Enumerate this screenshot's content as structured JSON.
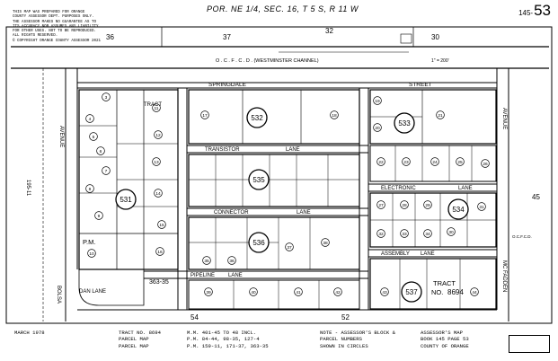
{
  "corner_note": [
    "This map was prepared for Orange",
    "County Assessor Dept. purposes only.",
    "The Assessor makes no guarantee as to",
    "its accuracy nor assumes any liability",
    "for other uses. Not to be reproduced.",
    "All rights reserved.",
    "© Copyright Orange County Assessor 2021"
  ],
  "header": {
    "title": "POR. NE 1/4, SEC. 16, T 5 S, R 11 W",
    "book_prefix": "145-",
    "page_number": "53"
  },
  "section_numbers": {
    "top_left": "36",
    "top_mid_left": "37",
    "top_mid": "32",
    "top_right": "30",
    "right_side": "45",
    "bottom_mid_left": "54",
    "bottom_mid": "52"
  },
  "streets": {
    "channel": "O . C . F . C . D .   (WESTMINSTER   CHANNEL)",
    "springdale": "SPRINGDALE",
    "street": "STREET",
    "transistor": "TRANSISTOR",
    "lane_a": "LANE",
    "connector": "CONNECTOR",
    "lane_b": "LANE",
    "electronic": "ELECTRONIC",
    "lane_c": "LANE",
    "assembly": "ASSEMBLY",
    "lane_d": "LANE",
    "pipeline": "PIPELINE",
    "lane_e": "LANE",
    "dan_lane": "DAN LANE",
    "bolsa": "BOLSA",
    "avenue_left": "AVENUE",
    "avenue_right": "AVENUE",
    "mcfadden": "MC FADDEN",
    "tract": "TRACT",
    "hwy": "195-11",
    "ocfcd": "O.C.F.C.D."
  },
  "blocks": [
    {
      "no": "531"
    },
    {
      "no": "532"
    },
    {
      "no": "533"
    },
    {
      "no": "534"
    },
    {
      "no": "535"
    },
    {
      "no": "536"
    },
    {
      "no": "537"
    }
  ],
  "lots": [
    "3",
    "4",
    "5",
    "6",
    "7",
    "8",
    "9",
    "10",
    "11",
    "12",
    "13",
    "14",
    "15",
    "16",
    "17",
    "18",
    "19",
    "20",
    "21",
    "22",
    "23",
    "24",
    "25",
    "26",
    "27",
    "28",
    "29",
    "30",
    "31",
    "32",
    "33",
    "34",
    "35",
    "36",
    "37",
    "38",
    "39",
    "40",
    "41",
    "42",
    "43",
    "44"
  ],
  "pm_label": "P.M.",
  "pm_ref": "363-35",
  "tract_label": "TRACT",
  "no_label": "NO.",
  "tract_no": "8694",
  "footer": {
    "date": "MARCH 1978",
    "line1a": "TRACT NO. 8694",
    "line1b": "M.M. 401-45 to 48 incl.",
    "line2a": "PARCEL MAP",
    "line2b": "P.M. 84-44, 98-35, 127-4",
    "line3a": "PARCEL MAP",
    "line3b": "P.M. 159-11, 171-37, 363-35",
    "note1": "NOTE - ASSESSOR'S BLOCK &",
    "note2": "PARCEL NUMBERS",
    "note3": "SHOWN IN CIRCLES",
    "asr1": "ASSESSOR'S MAP",
    "asr2": "BOOK 145 PAGE 53",
    "asr3": "COUNTY OF ORANGE"
  }
}
